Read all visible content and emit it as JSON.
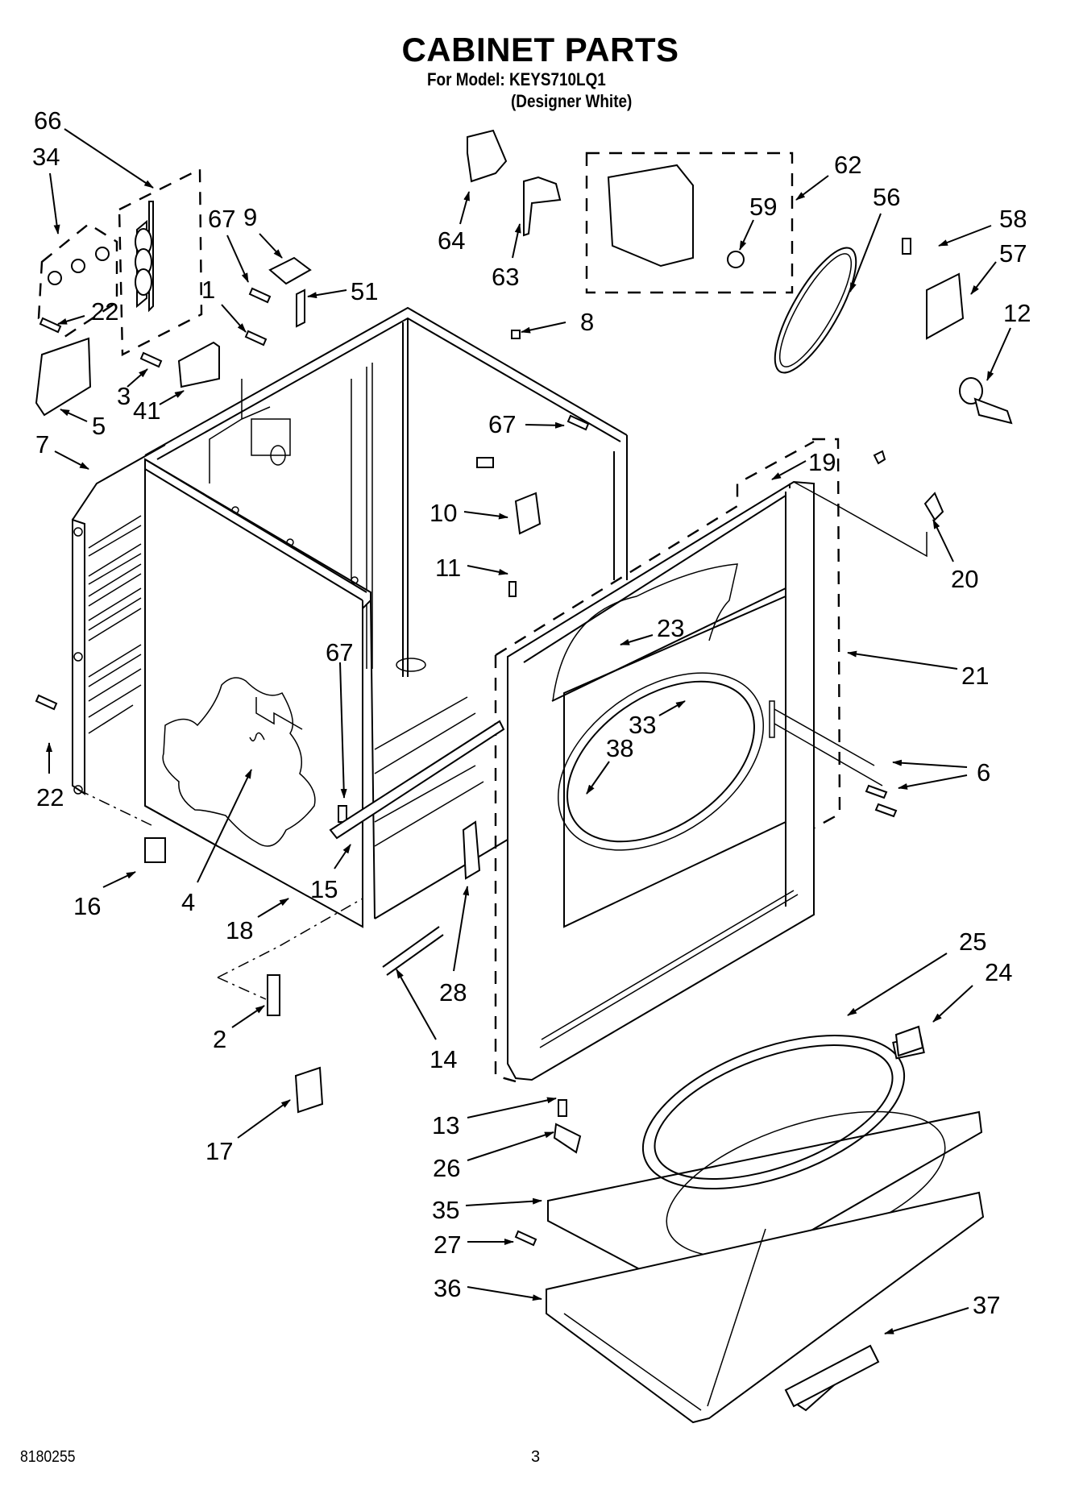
{
  "header": {
    "title": "CABINET PARTS",
    "model_line": "For Model: KEYS710LQ1",
    "color_line": "(Designer White)"
  },
  "footer": {
    "document_number": "8180255",
    "page_number": "3"
  },
  "diagram": {
    "callouts": [
      "66",
      "34",
      "67",
      "9",
      "51",
      "1",
      "22",
      "3",
      "41",
      "5",
      "7",
      "64",
      "63",
      "59",
      "62",
      "8",
      "56",
      "58",
      "57",
      "12",
      "67",
      "10",
      "11",
      "19",
      "20",
      "23",
      "21",
      "33",
      "38",
      "6",
      "67",
      "22",
      "4",
      "16",
      "15",
      "18",
      "28",
      "2",
      "14",
      "25",
      "24",
      "13",
      "26",
      "35",
      "27",
      "36",
      "17",
      "37"
    ]
  }
}
